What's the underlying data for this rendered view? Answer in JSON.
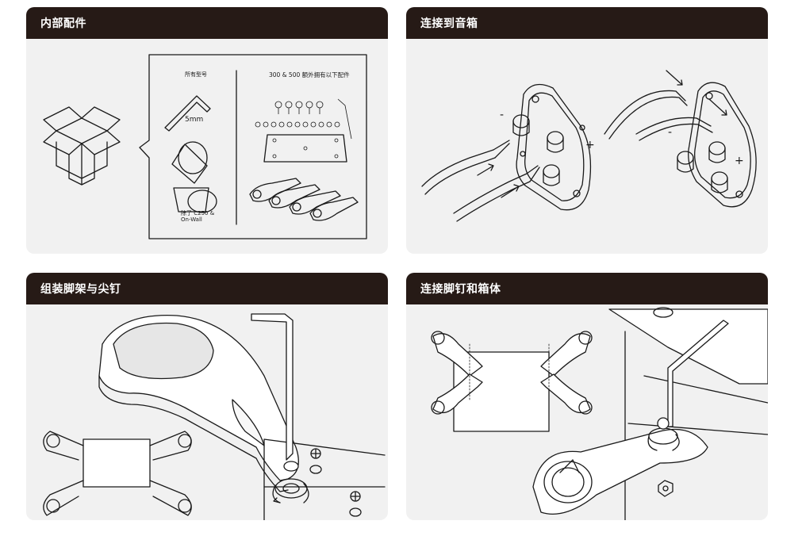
{
  "panels": [
    {
      "title": "内部配件"
    },
    {
      "title": "连接到音箱"
    },
    {
      "title": "组装脚架与尖钉"
    },
    {
      "title": "连接脚钉和箱体"
    }
  ],
  "accessories": {
    "all_models": "所有型号",
    "allen_key_size": "5mm",
    "except_note_line1": "除了 C250 &",
    "except_note_line2": "On-Wall",
    "extra_models": "300 & 500 额外拥有以下配件"
  },
  "polarity": {
    "minus": "-",
    "plus": "+"
  }
}
